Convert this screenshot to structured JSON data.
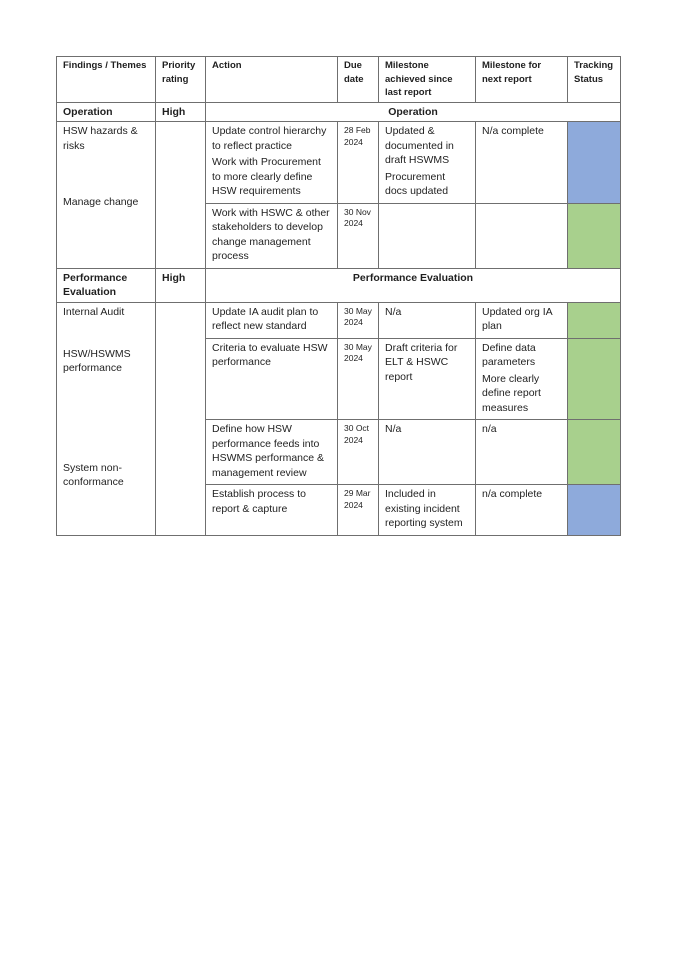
{
  "headers": [
    "Findings / Themes",
    "Priority rating",
    "Action",
    "Due date",
    "Milestone achieved since last report",
    "Milestone for next report",
    "Tracking Status"
  ],
  "sections": [
    {
      "theme": "Operation",
      "priority": "High",
      "title": "Operation"
    },
    {
      "theme": "Performance Evaluation",
      "priority": "High",
      "title": "Performance Evaluation"
    }
  ],
  "findings": {
    "f1": "HSW hazards & risks",
    "f2": "Manage change",
    "f3": "Internal Audit",
    "f4": "HSW/HSWMS performance",
    "f5": "System non-conformance"
  },
  "rows": [
    {
      "action": [
        "Update control hierarchy to reflect practice",
        "Work with Procurement to more clearly define HSW requirements"
      ],
      "due": "28 Feb 2024",
      "achieved": [
        "Updated & documented in draft HSWMS",
        "Procurement docs updated"
      ],
      "next": [
        "N/a complete"
      ],
      "status": "blue"
    },
    {
      "action": [
        "Work with HSWC & other stakeholders to develop change management process"
      ],
      "due": "30 Nov 2024",
      "achieved": [
        ""
      ],
      "next": [
        ""
      ],
      "status": "green"
    },
    {
      "action": [
        "Update IA audit plan to reflect new standard"
      ],
      "due": "30 May 2024",
      "achieved": [
        "N/a"
      ],
      "next": [
        "Updated org IA plan"
      ],
      "status": "green"
    },
    {
      "action": [
        "Criteria to evaluate HSW performance"
      ],
      "due": "30 May 2024",
      "achieved": [
        "Draft criteria for ELT & HSWC report"
      ],
      "next": [
        "Define data parameters",
        "More clearly define report measures"
      ],
      "status": "green"
    },
    {
      "action": [
        "Define how HSW performance feeds into HSWMS performance & management review"
      ],
      "due": "30 Oct 2024",
      "achieved": [
        "N/a"
      ],
      "next": [
        "n/a"
      ],
      "status": "green"
    },
    {
      "action": [
        "Establish process to report & capture"
      ],
      "due": "29 Mar 2024",
      "achieved": [
        "Included in existing incident reporting system"
      ],
      "next": [
        "n/a complete"
      ],
      "status": "blue"
    }
  ],
  "colors": {
    "blue": "#8eaadb",
    "green": "#a8d08d"
  }
}
